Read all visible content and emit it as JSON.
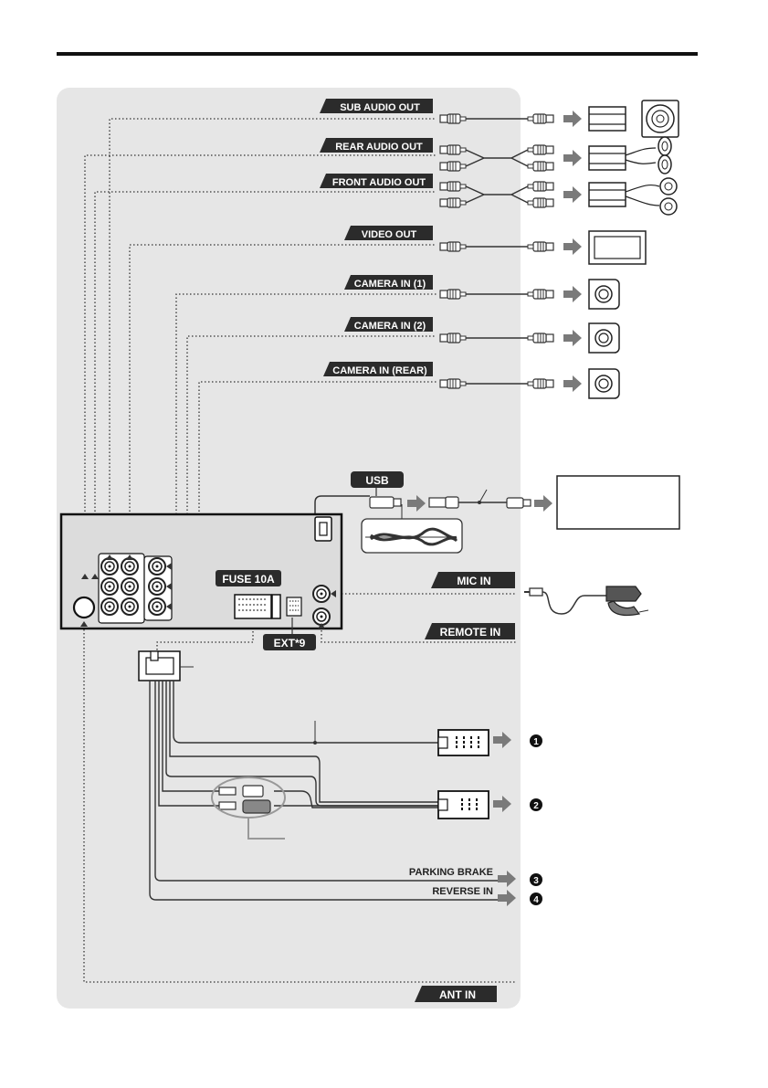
{
  "labels": {
    "sub_audio_out": "SUB AUDIO OUT",
    "rear_audio_out": "REAR AUDIO OUT",
    "front_audio_out": "FRONT AUDIO OUT",
    "video_out": "VIDEO OUT",
    "camera_in_1": "CAMERA IN (1)",
    "camera_in_2": "CAMERA IN (2)",
    "camera_in_rear": "CAMERA IN (REAR)",
    "usb": "USB",
    "fuse": "FUSE 10A",
    "ext": "EXT*9",
    "mic_in": "MIC IN",
    "remote_in": "REMOTE IN",
    "parking_brake": "PARKING BRAKE",
    "reverse_in": "REVERSE IN",
    "ant_in": "ANT IN"
  },
  "outputs": {
    "one": "1",
    "two": "2",
    "three": "3",
    "four": "4"
  },
  "colors": {
    "panel": "#e6e6e6",
    "label_bg": "#2b2b2b",
    "arrow": "#7a7a7a",
    "line": "#333333"
  }
}
